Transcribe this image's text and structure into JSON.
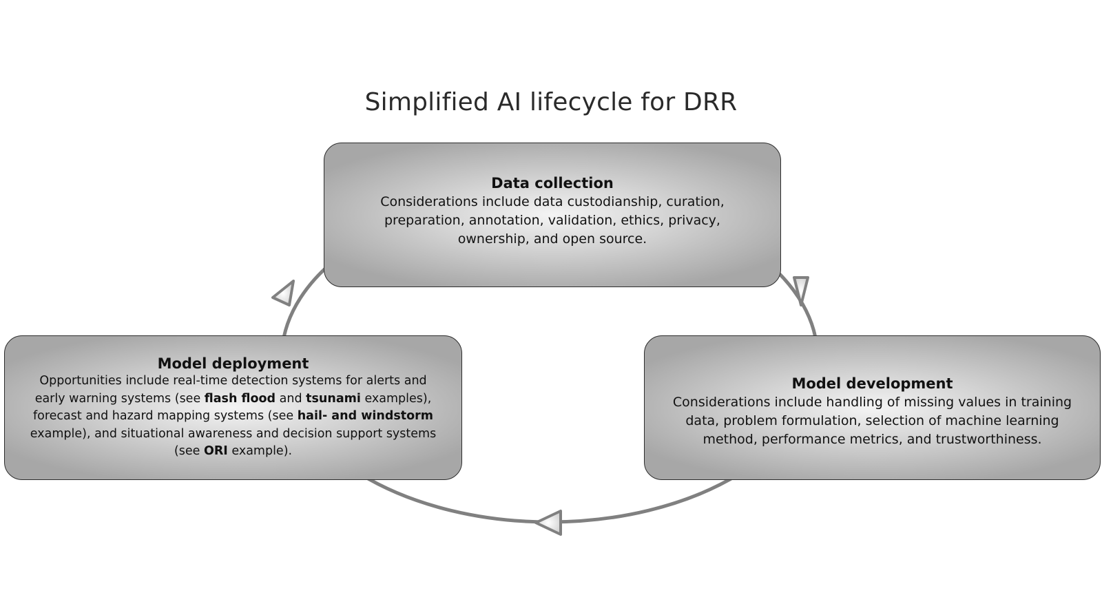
{
  "title": "Simplified AI lifecycle for DRR",
  "stages": {
    "data_collection": {
      "heading": "Data collection",
      "description": "Considerations include data custodianship, curation, preparation, annotation, validation, ethics, privacy, ownership, and open source."
    },
    "model_development": {
      "heading": "Model development",
      "description": "Considerations include handling of missing values in training data, problem formulation, selection of machine learning method, performance metrics, and trustworthiness."
    },
    "model_deployment": {
      "heading": "Model deployment",
      "description": {
        "t1": "Opportunities include real-time detection systems for alerts and early warning systems (see ",
        "b1": "flash flood",
        "t2": " and ",
        "b2": "tsunami",
        "t3": " examples), forecast and hazard mapping systems (see ",
        "b3": "hail- and windstorm",
        "t4": " example), and situational awareness and decision support systems (see ",
        "b4": "ORI",
        "t5": " example)."
      }
    }
  },
  "colors": {
    "cycle_line": "#808080",
    "arrow_fill": "#f2f2f2",
    "box_border": "#2b2b2b",
    "box_center": "#f4f4f4",
    "box_edge": "#a7a7a7",
    "title_text": "#2a2a2a"
  },
  "connectors": [
    {
      "from": "Data collection",
      "to": "Model development",
      "icon": "triangle-arrow"
    },
    {
      "from": "Model development",
      "to": "Model deployment",
      "icon": "triangle-arrow"
    },
    {
      "from": "Model deployment",
      "to": "Data collection",
      "icon": "triangle-arrow"
    }
  ]
}
